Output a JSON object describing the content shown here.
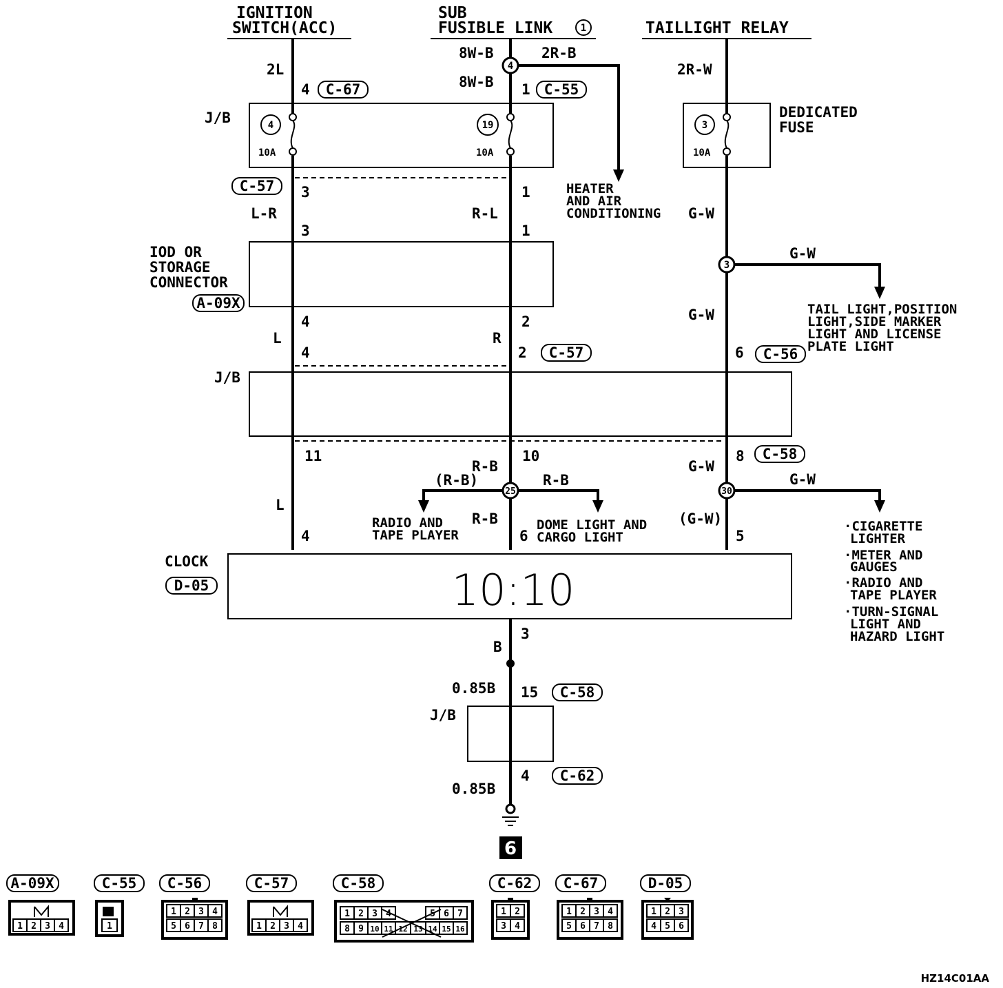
{
  "sources": {
    "ignition": [
      "IGNITION",
      "SWITCH(ACC)"
    ],
    "sub_fusible": [
      "SUB",
      "FUSIBLE LINK"
    ],
    "sub_fusible_num": "1",
    "taillight": "TAILLIGHT RELAY"
  },
  "wires": {
    "w_2L": "2L",
    "w_8WB_top": "8W-B",
    "w_2RB": "2R-B",
    "w_8WB_low": "8W-B",
    "w_2RW": "2R-W",
    "w_LR": "L-R",
    "w_RL": "R-L",
    "w_GW1": "G-W",
    "w_GW2": "G-W",
    "w_GW3": "G-W",
    "w_L1": "L",
    "w_R": "R",
    "w_RB1": "R-B",
    "w_RBp": "(R-B)",
    "w_RB2": "R-B",
    "w_L2": "L",
    "w_RB3": "R-B",
    "w_GW4": "G-W",
    "w_GW5": "G-W",
    "w_GWp": "(G-W)",
    "w_B": "B",
    "w_085B1": "0.85B",
    "w_085B2": "0.85B"
  },
  "pins": {
    "p_ign_4": "4",
    "p_sub_1": "1",
    "p_c57_3a": "3",
    "p_c57_1a": "1",
    "p_iod_3": "3",
    "p_iod_1": "1",
    "p_iod_4": "4",
    "p_iod_2": "2",
    "p_jb_4": "4",
    "p_jb_2": "2",
    "p_c56_6": "6",
    "p_11": "11",
    "p_10": "10",
    "p_8": "8",
    "p_clk_4": "4",
    "p_clk_6": "6",
    "p_clk_5": "5",
    "p_clk_3": "3",
    "p_15": "15",
    "p_c62_4": "4"
  },
  "connectors": {
    "c67": "C-67",
    "c55": "C-55",
    "c57a": "C-57",
    "a09x": "A-09X",
    "c57b": "C-57",
    "c56": "C-56",
    "c58": "C-58",
    "d05": "D-05",
    "c58b": "C-58",
    "c62": "C-62"
  },
  "blocks": {
    "jb": "J/B",
    "jb2": "J/B",
    "jb3": "J/B",
    "iod": [
      "IOD OR",
      "STORAGE",
      "CONNECTOR"
    ],
    "dedicated": [
      "DEDICATED",
      "FUSE"
    ],
    "clock": "CLOCK",
    "clock_display": "10:10"
  },
  "fuses": {
    "f4_num": "4",
    "f4_amp": "10A",
    "f19_num": "19",
    "f19_amp": "10A",
    "f3_num": "3",
    "f3_amp": "10A"
  },
  "splices": {
    "s_4": "4",
    "s_3": "3",
    "s_25": "25",
    "s_30": "30"
  },
  "destinations": {
    "heater": [
      "HEATER",
      "AND AIR",
      "CONDITIONING"
    ],
    "tail": [
      "TAIL LIGHT,POSITION",
      "LIGHT,SIDE MARKER",
      "LIGHT AND LICENSE",
      "PLATE LIGHT"
    ],
    "radio": [
      "RADIO AND",
      "TAPE PLAYER"
    ],
    "dome": [
      "DOME LIGHT AND",
      "CARGO LIGHT"
    ],
    "cig": [
      "·CIGARETTE",
      "LIGHTER",
      "·METER AND",
      "GAUGES",
      "·RADIO AND",
      "TAPE PLAYER",
      "·TURN-SIGNAL",
      "LIGHT AND",
      "HAZARD LIGHT"
    ]
  },
  "ground_num": "6",
  "legend": {
    "labels": [
      "A-09X",
      "C-55",
      "C-56",
      "C-57",
      "C-58",
      "C-62",
      "C-67",
      "D-05"
    ],
    "a09x_pins": [
      "1",
      "2",
      "3",
      "4"
    ],
    "c55_pins": [
      "1"
    ],
    "c56_pins": [
      "1",
      "2",
      "3",
      "4",
      "5",
      "6",
      "7",
      "8"
    ],
    "c57_pins": [
      "1",
      "2",
      "3",
      "4"
    ],
    "c58_top": [
      "1",
      "2",
      "3",
      "4",
      "5",
      "6",
      "7"
    ],
    "c58_bot": [
      "8",
      "9",
      "10",
      "11",
      "12",
      "13",
      "14",
      "15",
      "16"
    ],
    "c62_pins": [
      "1",
      "2",
      "3",
      "4"
    ],
    "c67_pins": [
      "1",
      "2",
      "3",
      "4",
      "5",
      "6",
      "7",
      "8"
    ],
    "d05_pins": [
      "1",
      "2",
      "3",
      "4",
      "5",
      "6"
    ]
  },
  "figure_code": "HZ14C01AA"
}
